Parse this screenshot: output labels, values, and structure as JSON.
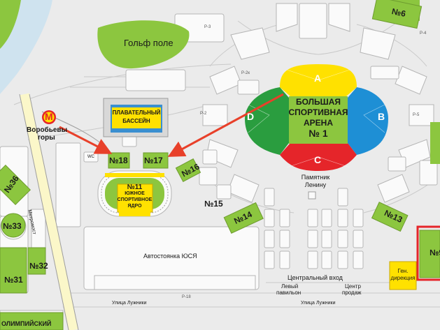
{
  "colors": {
    "field": "#8cc63f",
    "sector_a": "#ffe100",
    "sector_b": "#1e8fd5",
    "sector_c": "#e5252a",
    "sector_d": "#2a9d3f",
    "pool": "#3a8fd0",
    "arrow": "#e8402a",
    "metro": "#e5252a",
    "parking_highlight": "#e5252a"
  },
  "labels": {
    "golf": "Гольф поле",
    "pool_title": "ПЛАВАТЕЛЬНЫЙ",
    "pool_sub": "БАССЕЙН",
    "metro_name": "Воробьевы",
    "metro_name2": "горы",
    "metro_letter": "М",
    "arena_line1": "БОЛЬШАЯ",
    "arena_line2": "СПОРТИВНАЯ",
    "arena_line3": "АРЕНА",
    "arena_number": "№ 1",
    "sector_a": "A",
    "sector_b": "B",
    "sector_c": "C",
    "sector_d": "D",
    "lenin_line1": "Памятник",
    "lenin_line2": "Ленину",
    "south_core_num": "№11",
    "south_core_line1": "ЮЖНОЕ",
    "south_core_line2": "СПОРТИВНОЕ",
    "south_core_line3": "ЯДРО",
    "parking": "Автостоянка ЮСЯ",
    "central_entrance": "Центральный вход",
    "left_pavilion1": "Левый",
    "left_pavilion2": "павильон",
    "center_sales1": "Центр",
    "center_sales2": "продаж",
    "gen_dir1": "Ген.",
    "gen_dir2": "дирекция",
    "street1": "Улица Лужники",
    "street2": "Улица Лужники",
    "metro_bridge": "Метромост",
    "olympic": "ОЛИМПИЙСКИЙ",
    "wc": "WC"
  },
  "numbers": {
    "n6": "№6",
    "n13": "№13",
    "n14": "№14",
    "n15": "№15",
    "n16": "№16",
    "n17": "№17",
    "n18": "№18",
    "n31": "№31",
    "n32": "№32",
    "n33": "№33",
    "n36": "№36",
    "n9": "№9"
  },
  "roads": {
    "p3": "Р-3",
    "p2": "Р-2",
    "p2k": "Р-2к",
    "p18": "Р-18",
    "p4": "Р-4",
    "p5": "Р-5"
  }
}
